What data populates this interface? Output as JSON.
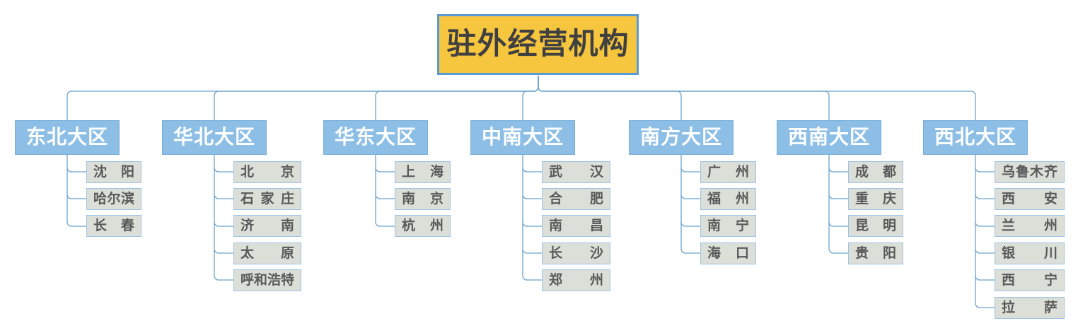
{
  "colors": {
    "background": "#FFFFFF",
    "root-fill": "#F7C63F",
    "root-border": "#5B9BD5",
    "root-text": "#404040",
    "region-fill": "#8CBEE6",
    "region-border": "#79AFD9",
    "region-text": "#FFFFFF",
    "city-fill": "#DBDFD8",
    "city-border": "#9DC3E6",
    "city-text": "#595959",
    "connector": "#6BA3CC"
  },
  "tree": {
    "root": {
      "label": "驻外经营机构"
    },
    "regions": [
      {
        "label": "东北大区",
        "cities": [
          "沈阳",
          "哈尔滨",
          "长春"
        ]
      },
      {
        "label": "华北大区",
        "cities": [
          "北京",
          "石家庄",
          "济南",
          "太原",
          "呼和浩特"
        ]
      },
      {
        "label": "华东大区",
        "cities": [
          "上海",
          "南京",
          "杭州"
        ]
      },
      {
        "label": "中南大区",
        "cities": [
          "武汉",
          "合肥",
          "南昌",
          "长沙",
          "郑州"
        ]
      },
      {
        "label": "南方大区",
        "cities": [
          "广州",
          "福州",
          "南宁",
          "海口"
        ]
      },
      {
        "label": "西南大区",
        "cities": [
          "成都",
          "重庆",
          "昆明",
          "贵阳"
        ]
      },
      {
        "label": "西北大区",
        "cities": [
          "乌鲁木齐",
          "西安",
          "兰州",
          "银川",
          "西宁",
          "拉萨"
        ]
      }
    ]
  }
}
